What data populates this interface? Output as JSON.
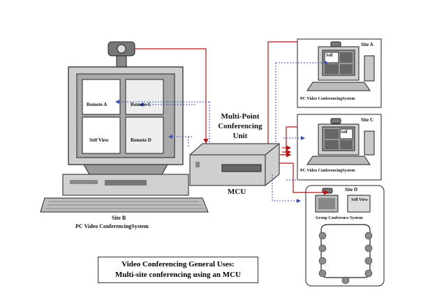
{
  "site_b": {
    "panes": [
      "Remote A",
      "Remote C",
      "Self View",
      "Remote D"
    ],
    "site_label": "Site B",
    "system_label": "PC Video ConferencingSystem"
  },
  "mcu": {
    "title_lines": [
      "Multi-Point",
      "Conferencing",
      "Unit"
    ],
    "label": "MCU"
  },
  "site_a": {
    "name": "Site A",
    "screen_label": "Self",
    "system_label": "PC Video ConferencingSystem"
  },
  "site_c": {
    "name": "Site C",
    "screen_label": "Self",
    "system_label": "PC Video ConferencingSystem"
  },
  "site_d": {
    "name": "Site D",
    "self_view_label": "Self View",
    "system_label": "Group Conference System"
  },
  "caption": {
    "line1": "Video Conferencing General Uses:",
    "line2": "Multi-site conferencing using an MCU"
  },
  "colors": {
    "red_line": "#b01818",
    "blue_line": "#3a4fb0",
    "gray_dark": "#555555",
    "gray_mid": "#9a9a9a",
    "gray_light": "#d8d8d8"
  }
}
